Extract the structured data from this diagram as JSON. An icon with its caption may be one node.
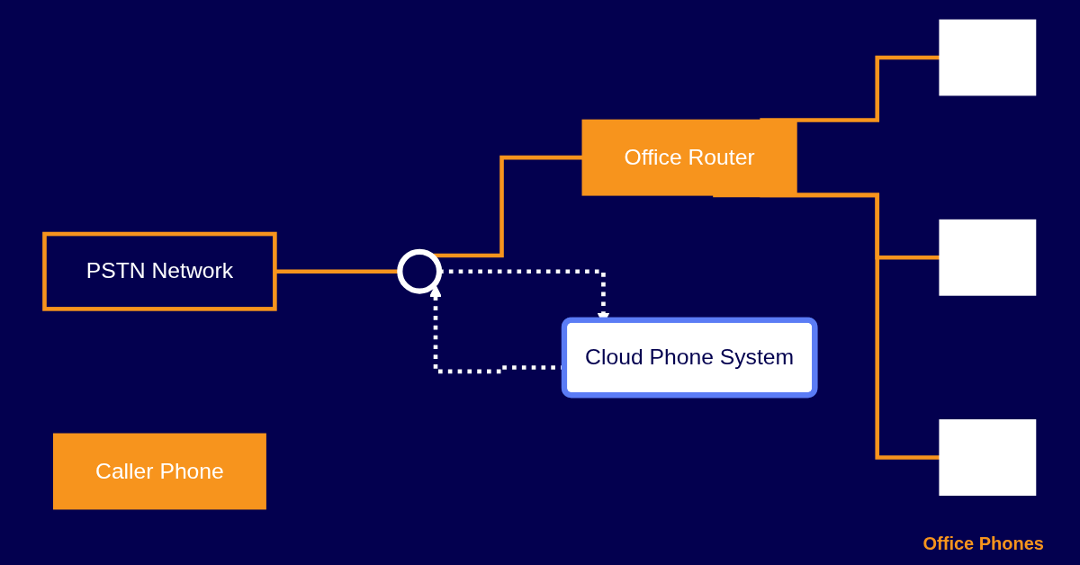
{
  "diagram": {
    "nodes": [
      {
        "text": [
          "PSTN Network"
        ]
      },
      {
        "text": [],
        "shape": "circle"
      },
      {
        "text": [
          "Office Router"
        ]
      },
      {
        "text": [],
        "shape": "box"
      },
      {
        "text": [],
        "shape": "box"
      },
      {
        "text": [],
        "shape": "box"
      },
      {
        "text": [
          "Caller Phone"
        ]
      },
      {
        "text": [
          "Cloud Phone System"
        ]
      }
    ],
    "edges": [
      {
        "from": 0,
        "to": 1,
        "arrow": "none"
      },
      {
        "from": 1,
        "to": 7,
        "arrow": "to",
        "style": "dashed",
        "color": "#ffffff"
      },
      {
        "from": 7,
        "to": 1,
        "arrow": "to",
        "style": "dashed",
        "color": "#ffffff"
      },
      {
        "from": 1,
        "to": 2,
        "arrow": "none"
      },
      {
        "from": 2,
        "to": 3,
        "arrow": "none"
      },
      {
        "from": 2,
        "to": 4,
        "arrow": "none"
      },
      {
        "from": 2,
        "to": 5,
        "arrow": "none"
      }
    ],
    "labels": [
      "Office Phones"
    ]
  }
}
